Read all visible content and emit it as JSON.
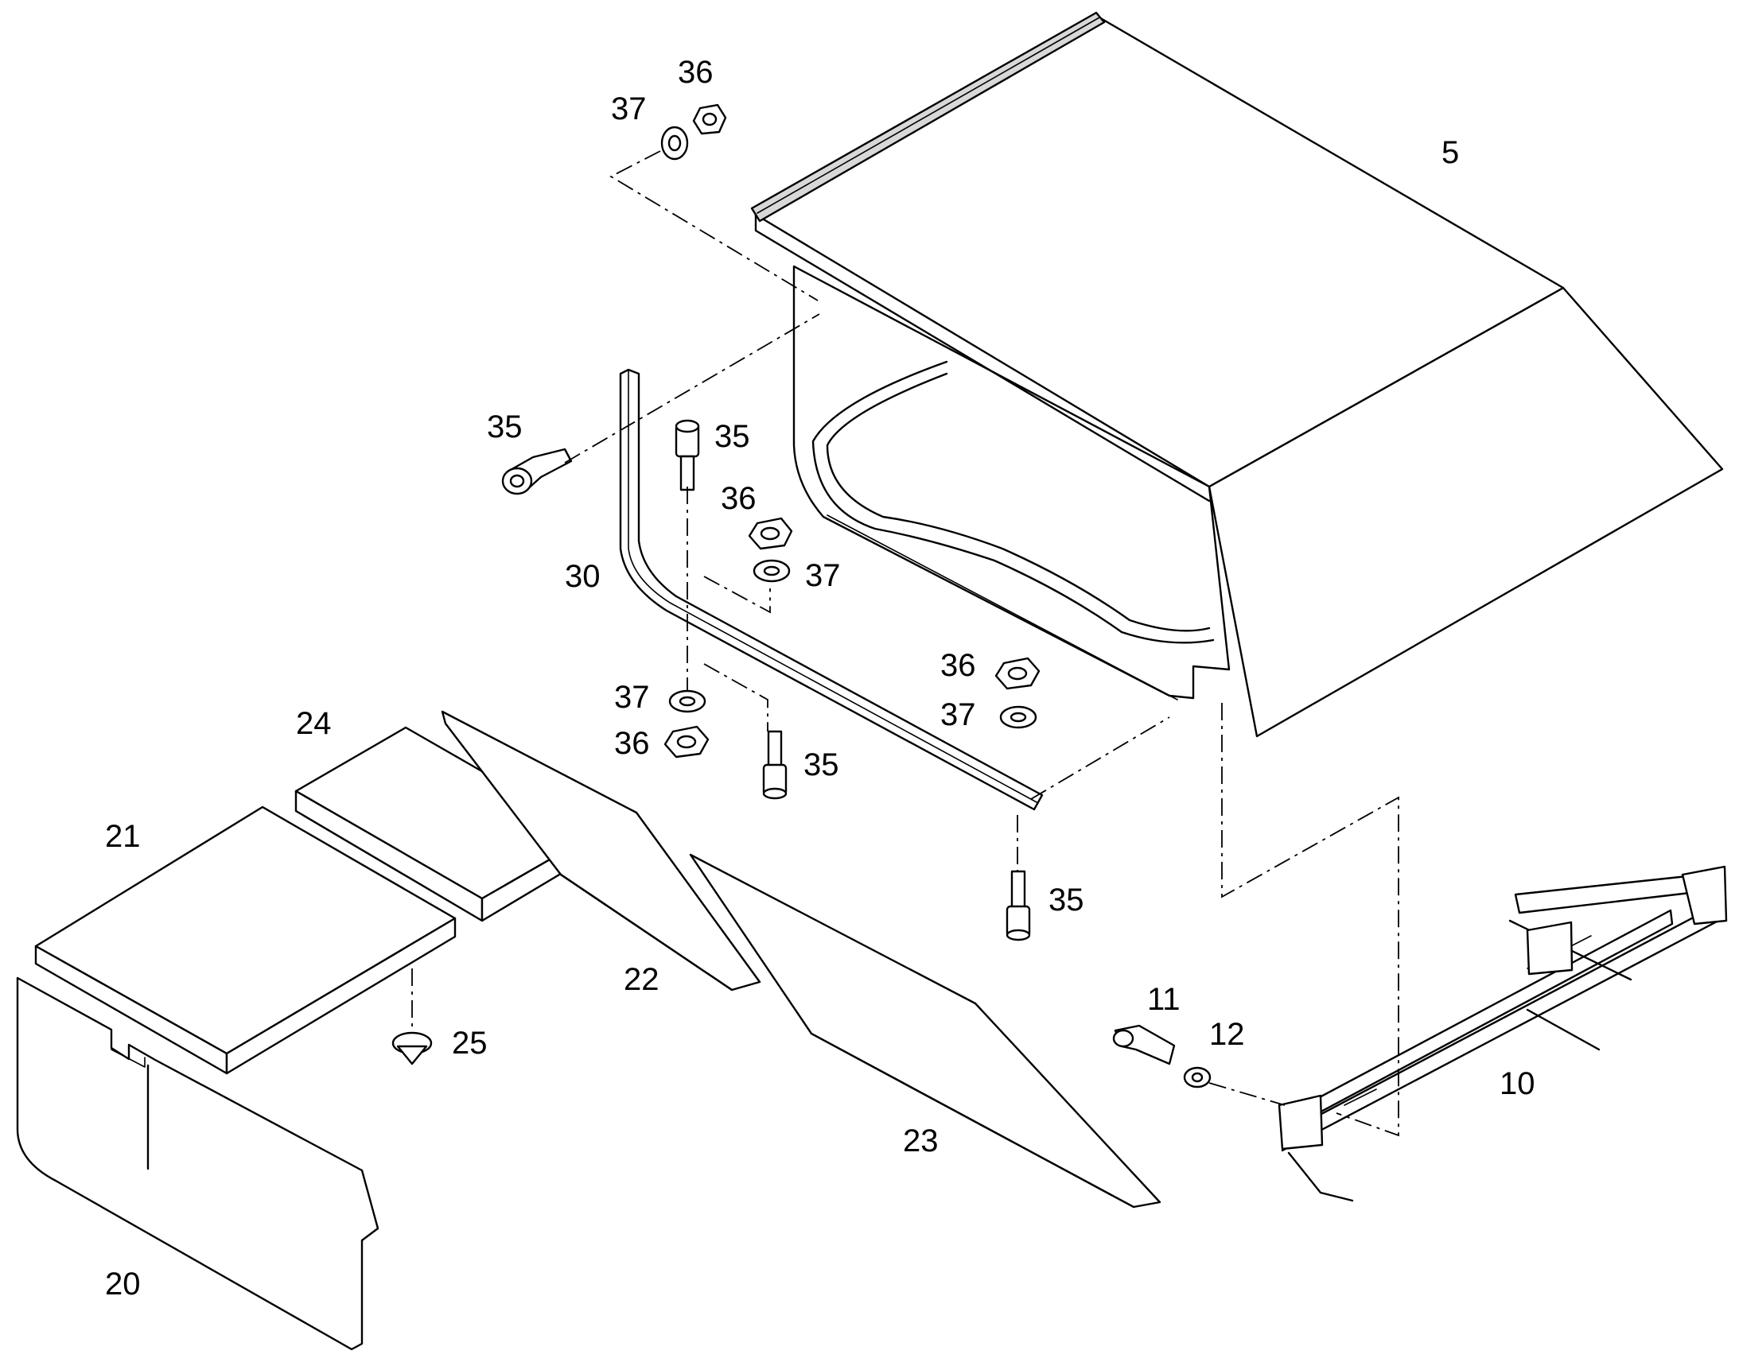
{
  "callouts": {
    "c5": "5",
    "c10": "10",
    "c11": "11",
    "c12": "12",
    "c20": "20",
    "c21": "21",
    "c22": "22",
    "c23": "23",
    "c24": "24",
    "c25": "25",
    "c30": "30",
    "c35a": "35",
    "c35b": "35",
    "c35c": "35",
    "c35d": "35",
    "c36a": "36",
    "c36b": "36",
    "c36c": "36",
    "c36d": "36",
    "c37a": "37",
    "c37b": "37",
    "c37c": "37",
    "c37d": "37"
  }
}
